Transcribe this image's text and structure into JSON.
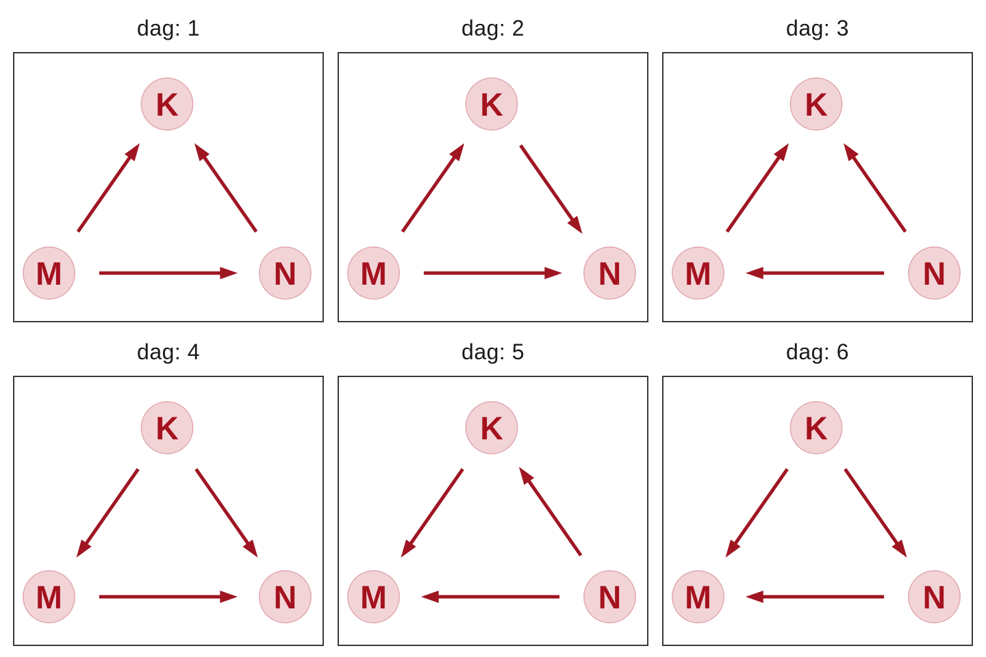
{
  "figure": {
    "node_labels": [
      "K",
      "M",
      "N"
    ],
    "panels": [
      {
        "title": "dag: 1",
        "edges": [
          [
            "M",
            "K"
          ],
          [
            "N",
            "K"
          ],
          [
            "M",
            "N"
          ]
        ]
      },
      {
        "title": "dag: 2",
        "edges": [
          [
            "M",
            "K"
          ],
          [
            "K",
            "N"
          ],
          [
            "M",
            "N"
          ]
        ]
      },
      {
        "title": "dag: 3",
        "edges": [
          [
            "M",
            "K"
          ],
          [
            "N",
            "K"
          ],
          [
            "N",
            "M"
          ]
        ]
      },
      {
        "title": "dag: 4",
        "edges": [
          [
            "K",
            "M"
          ],
          [
            "K",
            "N"
          ],
          [
            "M",
            "N"
          ]
        ]
      },
      {
        "title": "dag: 5",
        "edges": [
          [
            "K",
            "M"
          ],
          [
            "N",
            "K"
          ],
          [
            "N",
            "M"
          ]
        ]
      },
      {
        "title": "dag: 6",
        "edges": [
          [
            "K",
            "M"
          ],
          [
            "K",
            "N"
          ],
          [
            "N",
            "M"
          ]
        ]
      }
    ],
    "colors": {
      "arrow": "#9f1522",
      "node_fill": "#f2d4d7",
      "node_border": "#e0a6ad",
      "node_label": "#a5121f",
      "title_text": "#1a1a1a",
      "panel_border": "#3a3a3a",
      "background": "#ffffff"
    }
  }
}
